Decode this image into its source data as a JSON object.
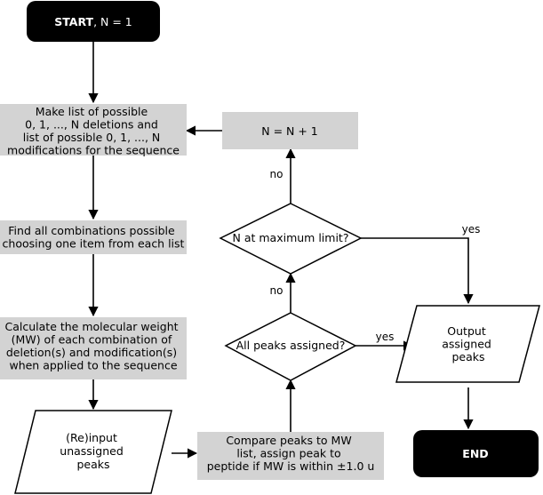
{
  "nodes": {
    "start": {
      "lines": [
        {
          "bold": "START",
          "rest": ", N = 1"
        }
      ]
    },
    "make_list": {
      "lines": [
        "Make list of possible",
        "0, 1, ..., N deletions and",
        "list of possible 0, 1, ..., N",
        "modifications for the sequence"
      ]
    },
    "increment": {
      "lines": [
        "N = N + 1"
      ]
    },
    "find_combos": {
      "lines": [
        "Find all combinations possible",
        "choosing one item from each list"
      ]
    },
    "max_limit": {
      "lines": [
        "N at maximum limit?"
      ]
    },
    "calc_mw": {
      "lines": [
        "Calculate the molecular weight",
        "(MW) of each combination of",
        "deletion(s) and modification(s)",
        "when applied to the sequence"
      ]
    },
    "all_assigned": {
      "lines": [
        "All peaks assigned?"
      ]
    },
    "output": {
      "lines": [
        "Output",
        "assigned",
        "peaks"
      ]
    },
    "reinput": {
      "lines": [
        "(Re)input",
        "unassigned",
        "peaks"
      ]
    },
    "compare": {
      "lines": [
        "Compare peaks to MW",
        "list, assign peak to",
        "peptide if MW is within ±1.0 u"
      ]
    },
    "end": {
      "lines": [
        "END"
      ]
    }
  },
  "edge_labels": {
    "max_no": "no",
    "max_yes": "yes",
    "assigned_no": "no",
    "assigned_yes": "yes"
  }
}
